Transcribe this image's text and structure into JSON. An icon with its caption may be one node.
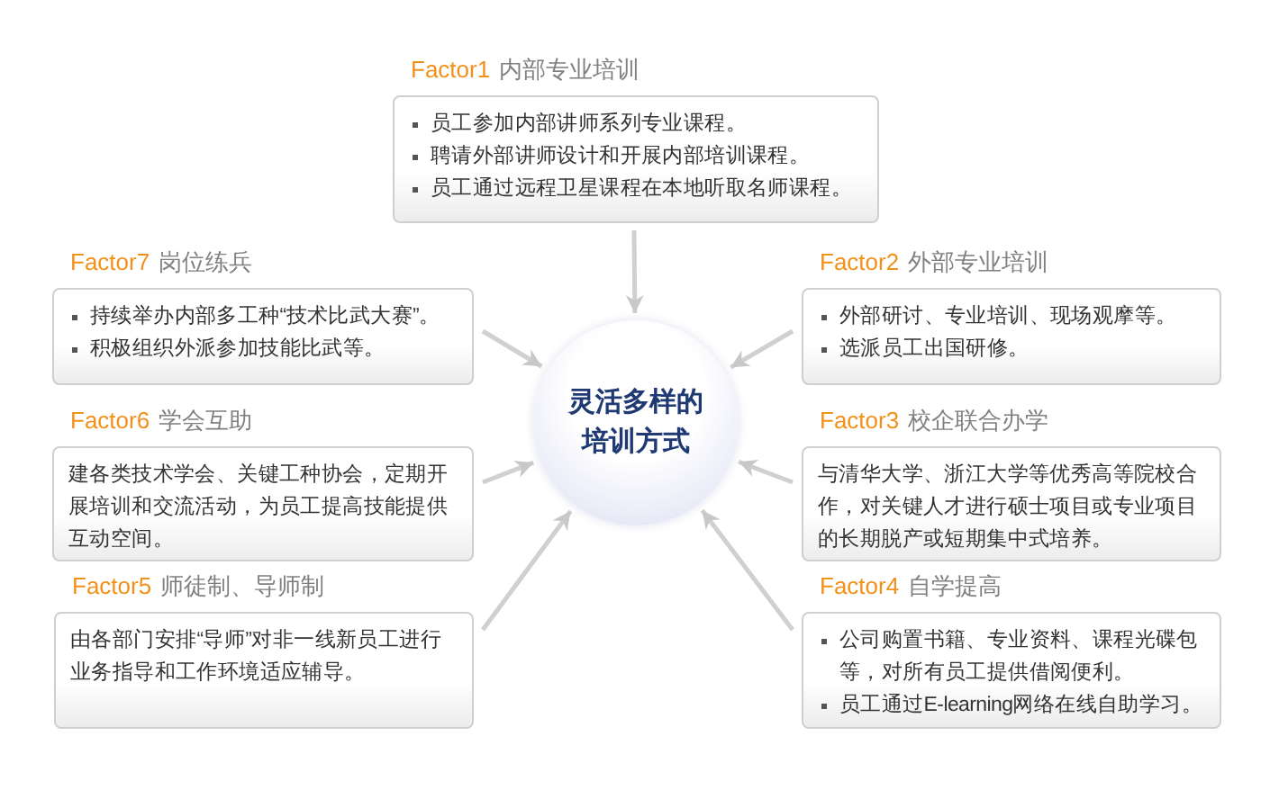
{
  "diagram": {
    "nodes": [
      {
        "text": [
          "Factor1",
          "内部专业培训",
          "员工参加内部讲师系列专业课程。",
          "聘请外部讲师设计和开展内部培训课程。",
          "员工通过远程卫星课程在本地听取名师课程。"
        ]
      },
      {
        "text": [
          "Factor7",
          "岗位练兵",
          "持续举办内部多工种“技术比武大赛”。",
          "积极组织外派参加技能比武等。"
        ]
      },
      {
        "text": [
          "Factor2",
          "外部专业培训",
          "外部研讨、专业培训、现场观摩等。",
          "选派员工出国研修。"
        ]
      },
      {
        "text": [
          "灵活多样的培训方式"
        ]
      },
      {
        "text": [
          "Factor6",
          "学会互助",
          "建各类技术学会、关键工种协会，定期开展培训和交流活动，为员工提高技能提供互动空间。"
        ]
      },
      {
        "text": [
          "Factor3",
          "校企联合办学",
          "与清华大学、浙江大学等优秀高等院校合作，对关键人才进行硕士项目或专业项目的长期脱产或短期集中式培养。"
        ]
      },
      {
        "text": [
          "Factor5",
          "师徒制、导师制",
          "由各部门安排“导师”对非一线新员工进行业务指导和工作环境适应辅导。"
        ]
      },
      {
        "text": [
          "Factor4",
          "自学提高",
          "公司购置书籍、专业资料、课程光碟包等，对所有员工提供借阅便利。",
          "员工通过E-learning网络在线自助学习。"
        ]
      }
    ],
    "edges": [
      {
        "from": 0,
        "to": 3,
        "arrow": "to"
      },
      {
        "from": 2,
        "to": 3,
        "arrow": "to"
      },
      {
        "from": 5,
        "to": 3,
        "arrow": "to"
      },
      {
        "from": 7,
        "to": 3,
        "arrow": "to"
      },
      {
        "from": 6,
        "to": 3,
        "arrow": "to"
      },
      {
        "from": 4,
        "to": 3,
        "arrow": "to"
      },
      {
        "from": 1,
        "to": 3,
        "arrow": "to"
      }
    ]
  }
}
